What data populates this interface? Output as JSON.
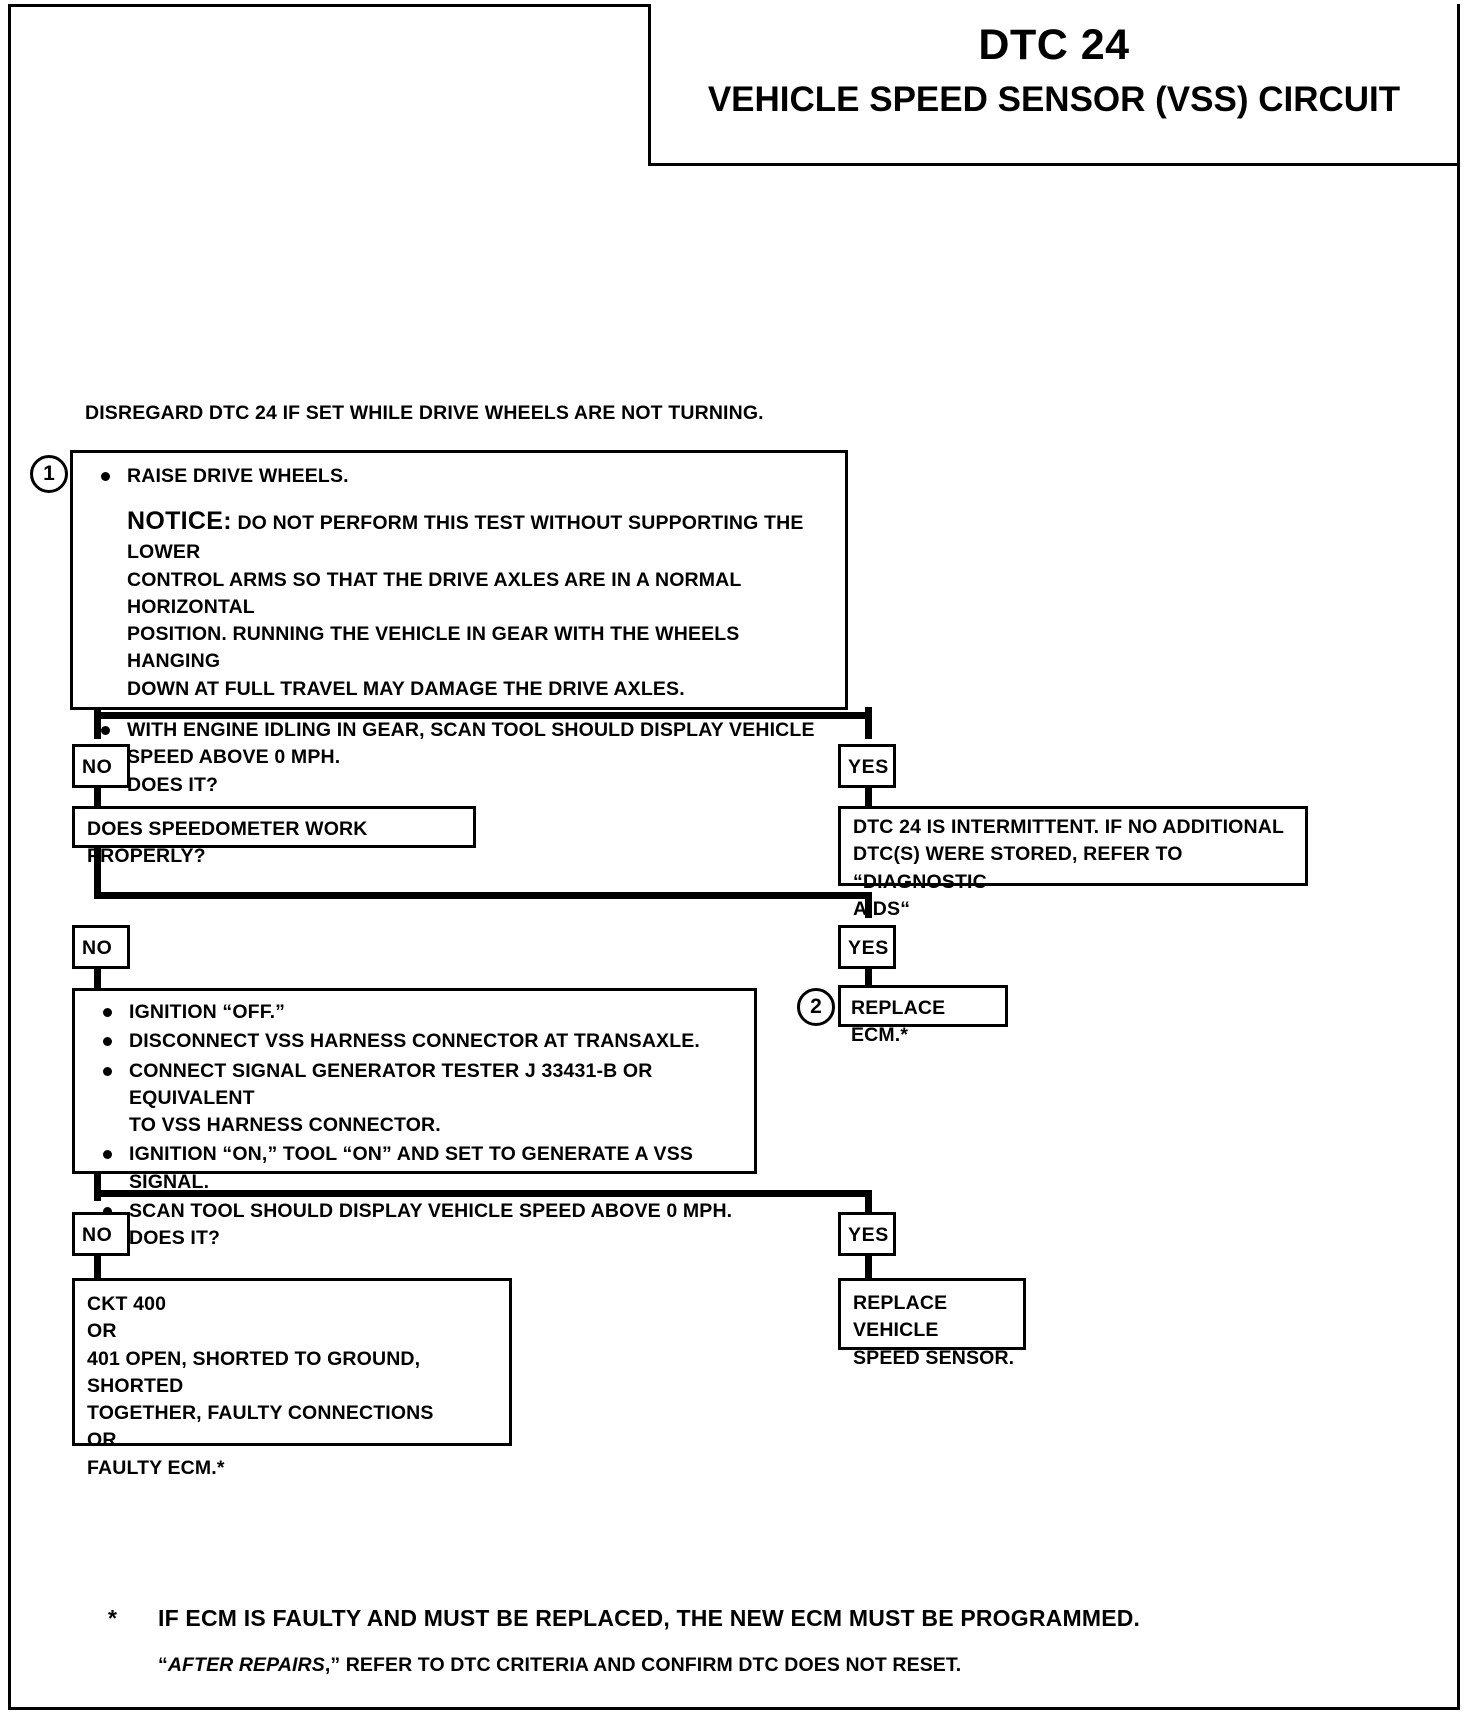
{
  "title": {
    "code": "DTC 24",
    "subtitle": "VEHICLE SPEED SENSOR (VSS) CIRCUIT"
  },
  "intro_note": "DISREGARD DTC 24 IF SET WHILE DRIVE WHEELS ARE NOT TURNING.",
  "steps": {
    "step1": {
      "number": "1",
      "bullet1": "RAISE DRIVE WHEELS.",
      "notice_label": "NOTICE:",
      "notice_line1": "DO NOT PERFORM THIS TEST WITHOUT SUPPORTING THE LOWER",
      "notice_line2": "CONTROL ARMS SO THAT THE DRIVE AXLES ARE IN A NORMAL HORIZONTAL",
      "notice_line3": "POSITION. RUNNING THE VEHICLE IN GEAR WITH THE WHEELS HANGING",
      "notice_line4": "DOWN AT FULL TRAVEL MAY DAMAGE THE DRIVE AXLES.",
      "bullet2_line1": "WITH ENGINE IDLING IN GEAR, SCAN TOOL SHOULD DISPLAY VEHICLE",
      "bullet2_line2": "SPEED ABOVE 0 MPH.",
      "bullet2_line3": "DOES IT?"
    },
    "step2": {
      "number": "2",
      "label": "REPLACE ECM.*"
    },
    "step3": {
      "bullet1": "IGNITION “OFF.”",
      "bullet2": "DISCONNECT VSS HARNESS CONNECTOR AT TRANSAXLE.",
      "bullet3_line1": "CONNECT SIGNAL GENERATOR TESTER J 33431-B OR EQUIVALENT",
      "bullet3_line2": "TO VSS HARNESS CONNECTOR.",
      "bullet4": "IGNITION “ON,” TOOL “ON” AND SET TO GENERATE A VSS SIGNAL.",
      "bullet5_line1": "SCAN TOOL SHOULD DISPLAY VEHICLE SPEED ABOVE 0 MPH.",
      "bullet5_line2": "DOES IT?"
    }
  },
  "branches": {
    "b1_no": "NO",
    "b1_yes": "YES",
    "b2_no": "NO",
    "b2_yes": "YES",
    "b3_no": "NO",
    "b3_yes": "YES"
  },
  "boxes": {
    "speedometer_question": "DOES SPEEDOMETER WORK PROPERLY?",
    "intermittent": {
      "line1": "DTC 24 IS INTERMITTENT.  IF NO ADDITIONAL",
      "line2": "DTC(S) WERE STORED, REFER TO “DIAGNOSTIC",
      "line3": "AIDS“"
    },
    "ckt_fault": {
      "line1": "CKT 400",
      "line2": "OR",
      "line3": "401 OPEN, SHORTED TO GROUND, SHORTED",
      "line4": "TOGETHER, FAULTY CONNECTIONS",
      "line5": "OR",
      "line6": "FAULTY ECM.*"
    },
    "replace_vss": {
      "line1": "REPLACE VEHICLE",
      "line2": "SPEED SENSOR."
    }
  },
  "footnotes": {
    "star": "*",
    "note1": "IF ECM IS FAULTY AND MUST BE REPLACED, THE NEW ECM MUST BE PROGRAMMED.",
    "note2_open": "“",
    "note2_italic": "AFTER REPAIRS",
    "note2_rest": ",” REFER TO DTC CRITERIA AND CONFIRM DTC DOES NOT RESET."
  }
}
